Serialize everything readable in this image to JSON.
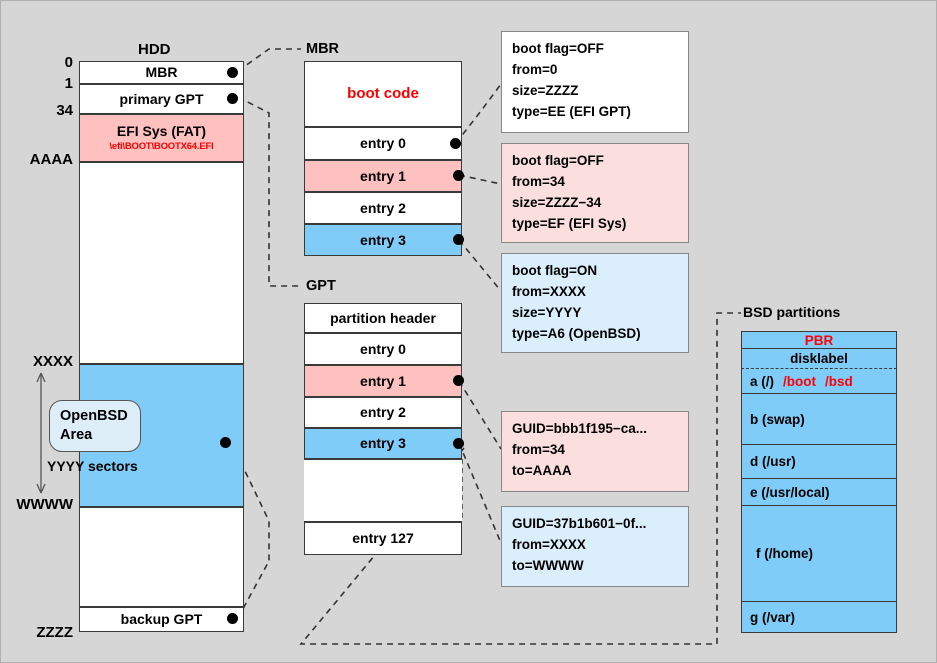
{
  "diagram": {
    "title_hdd": "HDD",
    "title_mbr": "MBR",
    "title_gpt": "GPT",
    "title_bsd": "BSD partitions",
    "colors": {
      "background": "#d6d6d6",
      "pink": "#ffc0c0",
      "blue": "#80ccf8",
      "pink_box": "#fbdede",
      "blue_box": "#daeefb",
      "accent_red": "#ff0000"
    }
  },
  "hdd": {
    "marks": {
      "m0": "0",
      "m1": "1",
      "m34": "34",
      "mAAAA": "AAAA",
      "mXXXX": "XXXX",
      "mWWWW": "WWWW",
      "mZZZZ": "ZZZZ"
    },
    "rows": [
      {
        "label": "MBR",
        "fill": "white"
      },
      {
        "label": "primary GPT",
        "fill": "white"
      },
      {
        "label": "EFI Sys (FAT)",
        "sub": "\\efi\\BOOT\\BOOTX64.EFI",
        "fill": "pink"
      },
      {
        "label": "",
        "fill": "white"
      },
      {
        "label": "",
        "fill": "blue"
      },
      {
        "label": "",
        "fill": "white"
      },
      {
        "label": "backup GPT",
        "fill": "white"
      }
    ],
    "bubble": "OpenBSD\nArea",
    "bubble_line1": "OpenBSD",
    "bubble_line2": "Area",
    "sectors_label": "YYYY sectors"
  },
  "mbr_table": {
    "rows": [
      {
        "label": "boot code",
        "fill": "white",
        "red": true,
        "dot": false
      },
      {
        "label": "entry 0",
        "fill": "white",
        "red": false,
        "dot": true
      },
      {
        "label": "entry 1",
        "fill": "pink",
        "red": false,
        "dot": true
      },
      {
        "label": "entry 2",
        "fill": "white",
        "red": false,
        "dot": false
      },
      {
        "label": "entry 3",
        "fill": "blue",
        "red": false,
        "dot": true
      }
    ]
  },
  "gpt_table": {
    "rows": [
      {
        "label": "partition header",
        "fill": "white",
        "dot": false
      },
      {
        "label": "entry 0",
        "fill": "white",
        "dot": false
      },
      {
        "label": "entry 1",
        "fill": "pink",
        "dot": true
      },
      {
        "label": "entry 2",
        "fill": "white",
        "dot": false
      },
      {
        "label": "entry 3",
        "fill": "blue",
        "dot": true
      },
      {
        "label": "",
        "fill": "white",
        "dot": false
      },
      {
        "label": "entry 127",
        "fill": "white",
        "dot": false
      }
    ]
  },
  "callouts": {
    "mbr_entry0": {
      "fill": "white",
      "lines": [
        "boot flag=OFF",
        "from=0",
        "size=ZZZZ",
        "type=EE (EFI GPT)"
      ]
    },
    "mbr_entry1": {
      "fill": "pink",
      "lines": [
        "boot flag=OFF",
        "from=34",
        "size=ZZZZ−34",
        "type=EF (EFI Sys)"
      ]
    },
    "mbr_entry3": {
      "fill": "blue",
      "lines": [
        "boot flag=ON",
        "from=XXXX",
        "size=YYYY",
        "type=A6 (OpenBSD)"
      ]
    },
    "gpt_entry1": {
      "fill": "pink",
      "lines": [
        "GUID=bbb1f195−ca...",
        "from=34",
        "to=AAAA"
      ]
    },
    "gpt_entry3": {
      "fill": "blue",
      "lines": [
        "GUID=37b1b601−0f...",
        "from=XXXX",
        "to=WWWW"
      ]
    }
  },
  "bsd": {
    "pbr": "PBR",
    "disklabel": "disklabel",
    "rows": [
      {
        "label": "a (/)",
        "extra1": "/boot",
        "extra2": "/bsd"
      },
      {
        "label": "b (swap)"
      },
      {
        "label": "d (/usr)"
      },
      {
        "label": "e (/usr/local)"
      },
      {
        "label": "f (/home)"
      },
      {
        "label": "g (/var)"
      }
    ]
  }
}
